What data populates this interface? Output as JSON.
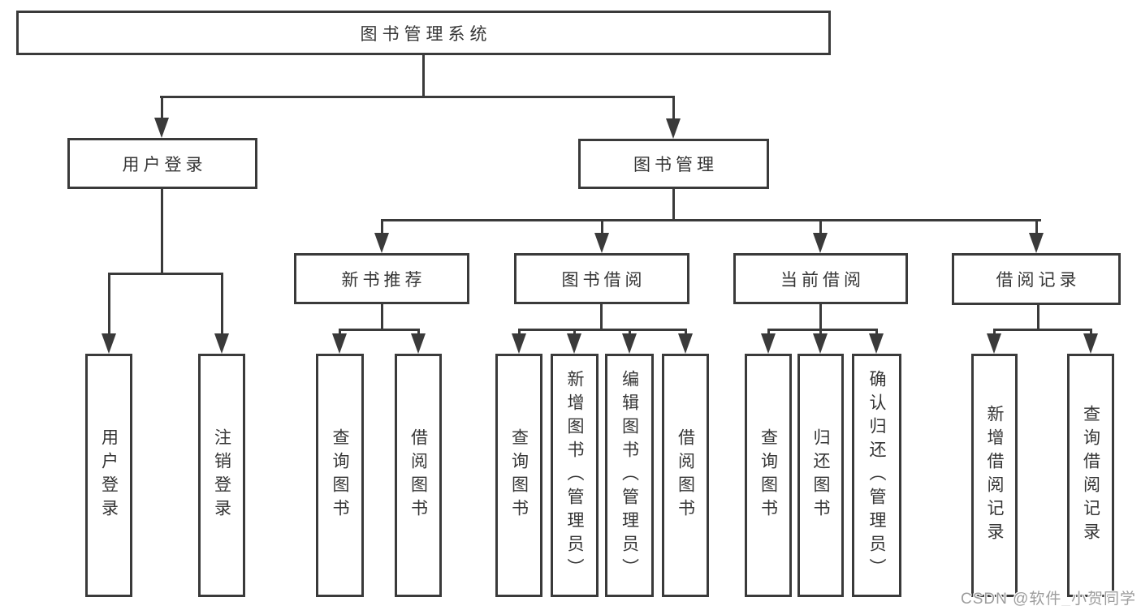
{
  "watermark": "CSDN @软件_小贺同学",
  "colors": {
    "line": "#3a3a3a",
    "text": "#353535",
    "background": "#ffffff",
    "watermark": "#9d9d9d"
  },
  "tree": {
    "root": {
      "label": "图书管理系统"
    },
    "level2": [
      {
        "label": "用户登录",
        "children": [
          {
            "label": "用户登录"
          },
          {
            "label": "注销登录"
          }
        ]
      },
      {
        "label": "图书管理",
        "children": [
          {
            "label": "新书推荐",
            "children": [
              {
                "label": "查询图书"
              },
              {
                "label": "借阅图书"
              }
            ]
          },
          {
            "label": "图书借阅",
            "children": [
              {
                "label": "查询图书"
              },
              {
                "label": "新增图书（管理员）"
              },
              {
                "label": "编辑图书（管理员）"
              },
              {
                "label": "借阅图书"
              }
            ]
          },
          {
            "label": "当前借阅",
            "children": [
              {
                "label": "查询图书"
              },
              {
                "label": "归还图书"
              },
              {
                "label": "确认归还（管理员）"
              }
            ]
          },
          {
            "label": "借阅记录",
            "children": [
              {
                "label": "新增借阅记录"
              },
              {
                "label": "查询借阅记录"
              }
            ]
          }
        ]
      }
    ]
  }
}
